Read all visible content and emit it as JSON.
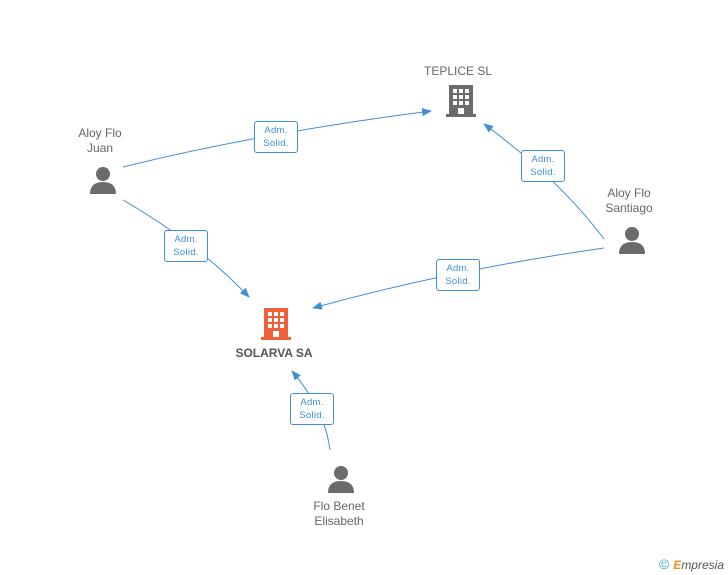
{
  "nodes": {
    "teplice": {
      "label": "TEPLICE SL"
    },
    "solarva": {
      "label": "SOLARVA SA"
    },
    "aloy_juan": {
      "line1": "Aloy Flo",
      "line2": "Juan"
    },
    "aloy_santiago": {
      "line1": "Aloy Flo",
      "line2": "Santiago"
    },
    "flo_benet": {
      "line1": "Flo Benet",
      "line2": "Elisabeth"
    }
  },
  "edges": {
    "juan_teplice": {
      "line1": "Adm.",
      "line2": "Solid."
    },
    "santiago_teplice": {
      "line1": "Adm.",
      "line2": "Solid."
    },
    "juan_solarva": {
      "line1": "Adm.",
      "line2": "Solid."
    },
    "santiago_solarva": {
      "line1": "Adm.",
      "line2": "Solid."
    },
    "benet_solarva": {
      "line1": "Adm.",
      "line2": "Solid."
    }
  },
  "footer": {
    "copyright_symbol": "©",
    "brand_initial": "E",
    "brand_rest": "mpresia"
  },
  "colors": {
    "edge": "#3f8fd8",
    "company_main": "#f0603a",
    "company": "#6b6b6b",
    "person": "#6b6b6b"
  }
}
